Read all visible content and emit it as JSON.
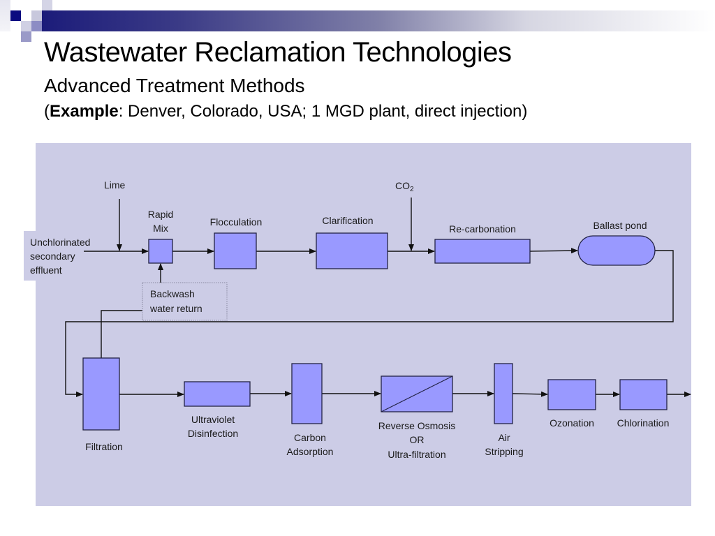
{
  "slide": {
    "title": "Wastewater Reclamation Technologies",
    "subtitle": "Advanced Treatment Methods",
    "example_open": "(",
    "example_bold": "Example",
    "example_rest": ": Denver, Colorado, USA; 1 MGD plant, direct injection)"
  },
  "colors": {
    "panel": "#cccce6",
    "process_box": "#9999ff",
    "stroke": "#1a1a2e",
    "header_bar_start": "#1c1c7a"
  },
  "diagram": {
    "inputs": {
      "influent": [
        "Unchlorinated",
        "secondary",
        "effluent"
      ],
      "lime": "Lime",
      "co2_main": "CO",
      "co2_sub": "2",
      "backwash": [
        "Backwash",
        "water return"
      ]
    },
    "processes": [
      {
        "id": "rapid-mix",
        "label": [
          "Rapid",
          "Mix"
        ]
      },
      {
        "id": "flocculation",
        "label": [
          "Flocculation"
        ]
      },
      {
        "id": "clarification",
        "label": [
          "Clarification"
        ]
      },
      {
        "id": "re-carbonation",
        "label": [
          "Re-carbonation"
        ]
      },
      {
        "id": "ballast-pond",
        "label": [
          "Ballast pond"
        ]
      },
      {
        "id": "filtration",
        "label": [
          "Filtration"
        ]
      },
      {
        "id": "uv-disinfection",
        "label": [
          "Ultraviolet",
          "Disinfection"
        ]
      },
      {
        "id": "carbon-adsorption",
        "label": [
          "Carbon",
          "Adsorption"
        ]
      },
      {
        "id": "reverse-osmosis",
        "label": [
          "Reverse Osmosis",
          "OR",
          "Ultra-filtration"
        ]
      },
      {
        "id": "air-stripping",
        "label": [
          "Air",
          "Stripping"
        ]
      },
      {
        "id": "ozonation",
        "label": [
          "Ozonation"
        ]
      },
      {
        "id": "chlorination",
        "label": [
          "Chlorination"
        ]
      }
    ]
  }
}
